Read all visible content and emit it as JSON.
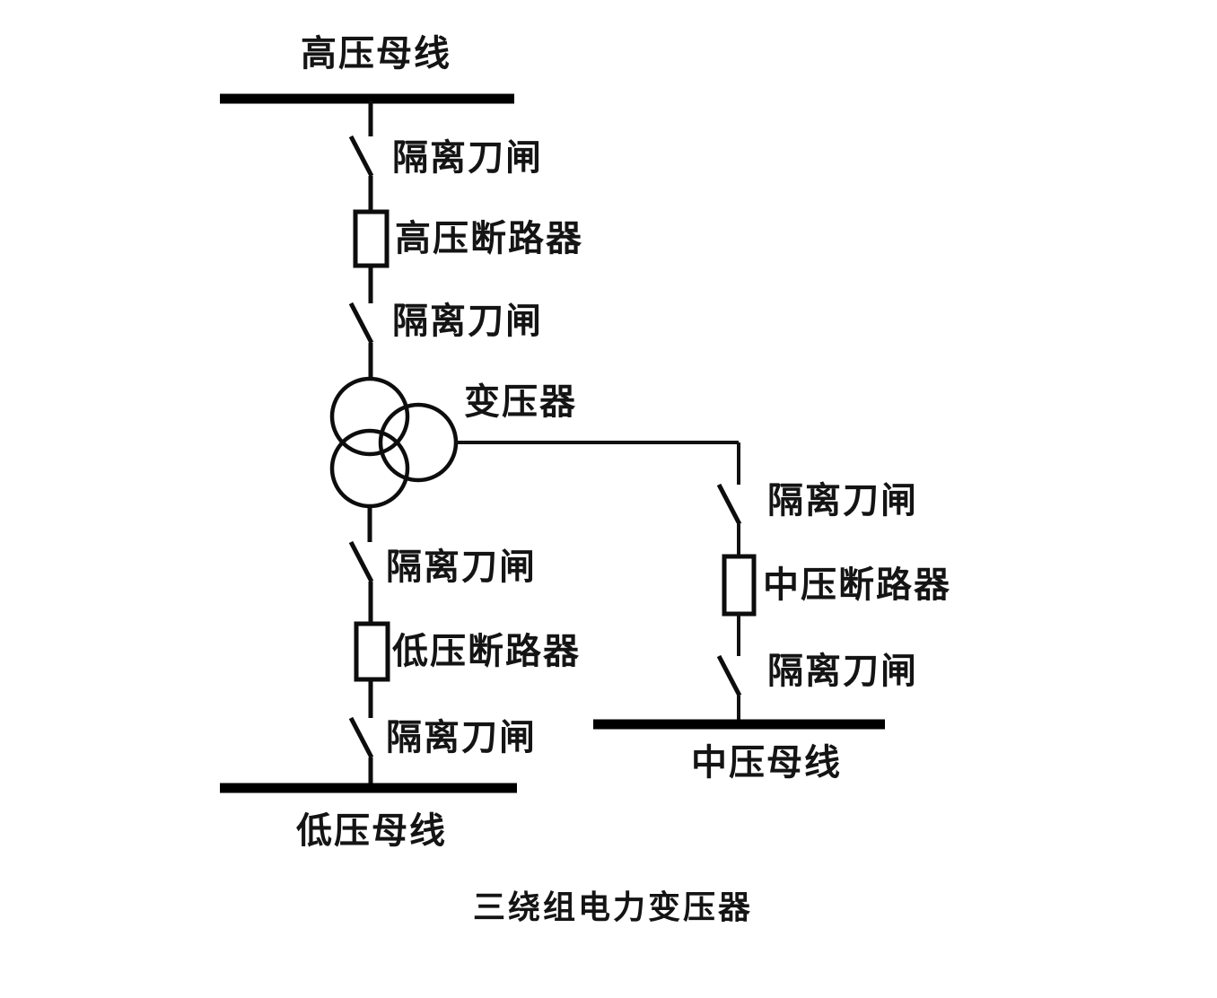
{
  "diagram": {
    "title": "三绕组电力变压器",
    "caption": "三绕组电力变压器",
    "type": "single-line-electrical-schematic",
    "colors": {
      "line": "#0d0d0d",
      "busbar": "#000000",
      "background": "#ffffff",
      "text": "#141414"
    },
    "busbars": {
      "high_voltage": "高压母线",
      "medium_voltage": "中压母线",
      "low_voltage": "低压母线"
    },
    "components": {
      "disconnector_hv_upper": "隔离刀闸",
      "breaker_hv": "高压断路器",
      "disconnector_hv_lower": "隔离刀闸",
      "transformer": "变压器",
      "disconnector_lv_upper": "隔离刀闸",
      "breaker_lv": "低压断路器",
      "disconnector_lv_lower": "隔离刀闸",
      "disconnector_mv_upper": "隔离刀闸",
      "breaker_mv": "中压断路器",
      "disconnector_mv_lower": "隔离刀闸"
    }
  }
}
